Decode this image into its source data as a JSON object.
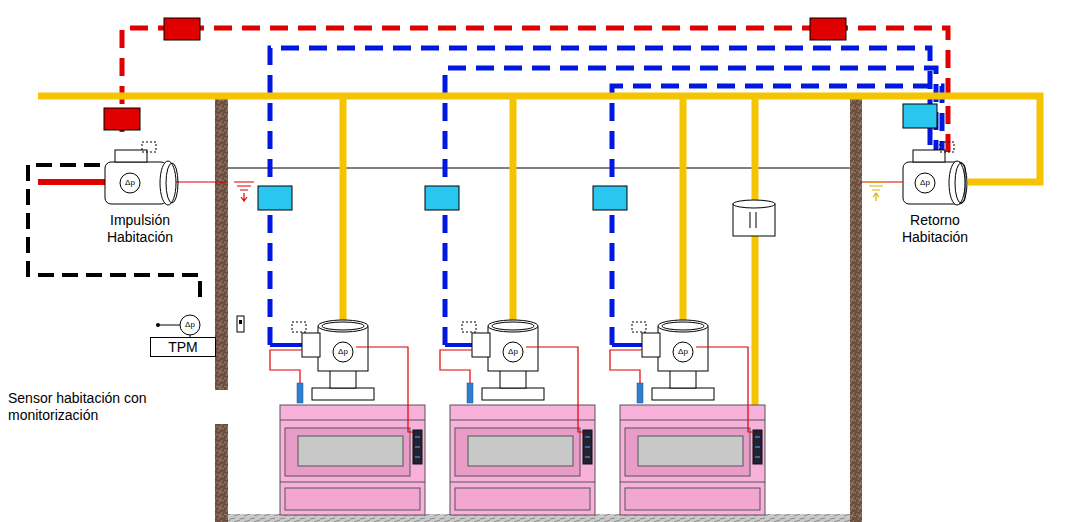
{
  "diagram": {
    "nodes": [
      {
        "text": [
          "TPM"
        ]
      }
    ],
    "labels": [
      "Impulsión Habitación",
      "Δp",
      "Retorno Habitación",
      "Δp",
      "Δp",
      "Sensor habitación con monitorización",
      "Δp",
      "Δp",
      "Δp"
    ]
  }
}
